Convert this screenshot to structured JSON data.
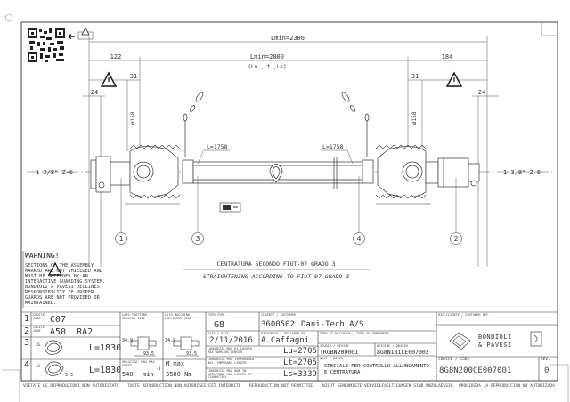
{
  "drawing": {
    "dimensions": {
      "overall": "Lmin=2306",
      "closed": "Lmin=2000",
      "closed_note": "(Lu ,Lt ,Ls)",
      "left_offset": "122",
      "right_offset": "184",
      "left_yoke": "31",
      "right_yoke": "31",
      "left_end": "24",
      "right_end": "24",
      "left_diameter": "ø158",
      "right_diameter": "ø158",
      "left_tube_length": "L=1758",
      "right_tube_length": "L=1758",
      "left_spline": "1 3/8\" Z-6",
      "right_spline": "1 3/8\" Z-6"
    },
    "callouts": [
      "1",
      "3",
      "4",
      "2"
    ],
    "straightening_it": "CENTRATURA SECONDO FIUT-07 GRADO 3",
    "straightening_en": "STRAIGHTENING ACCORDING TO FIUT-07 GRADO 3",
    "warning_title": "WARNING!",
    "warning_text": "SECTIONS OF THE ASSEMBLY MARKED ARE NOT SHIELDED AND MUST BE SHIELDED BY AN INTERACTIVE GUARDING SYSTEM. BONDIOLI & PAVESI DECLINES RESPONSIBILITY IF PROPER GUARDS ARE NOT PROVIDED OR MAINTAINED."
  },
  "title_block": {
    "parts": [
      {
        "num": "1",
        "label": "CODICE CODE",
        "value": "C07"
      },
      {
        "num": "2",
        "label": "CODICE CODE",
        "value": "A50  RA2"
      },
      {
        "num": "3",
        "dim": "26",
        "length": "L=1830"
      },
      {
        "num": "4",
        "dim": "42",
        "thk": "5.5",
        "length": "L=1830"
      }
    ],
    "tractor_side": {
      "label": "LATO TRATTORE TRACTOR SIDE",
      "h": "34.9",
      "w": "93.5"
    },
    "implement_side": {
      "label": "LATO MACCHINA IMPLEMENT SIDE",
      "h": "34.9",
      "w": "93.5"
    },
    "speed": {
      "label": "VELOCITA' MAX MAX SPEED",
      "value": "540",
      "unit": "min",
      "exp": "-1"
    },
    "torque": {
      "label": "M max",
      "value": "3500 Nm"
    },
    "type": {
      "label": "TIPO-TYPE",
      "value": "G8"
    },
    "customer": {
      "label": "CLIENTE / CUSTOMER",
      "code": "3600502",
      "name": "Dani-Tech A/S"
    },
    "date": {
      "label": "DATA / DATE",
      "value": "2/11/2016"
    },
    "drawn_by": {
      "label": "DISEGNATO / DESIGNED BY",
      "value": "A.Caffagni"
    },
    "implement_type": {
      "label": "TIPO DI MACCHINA / TYPE OF IMPLEMENT"
    },
    "lengths": [
      {
        "label": "LUNGHEZZA MAX DI LAVORO MAX WORKING LENGTH",
        "value": "Lu=2705"
      },
      {
        "label": "LUNGHEZZA MAX TEMPORANEA MAX TEMPORARY LENGTH",
        "value": "Lt=2705"
      },
      {
        "label": "LUNGHEZZA MAX NON IN ROTAZIONE MAX LENGTH AT STANDSTILL",
        "value": "Ls=3339"
      }
    ],
    "study": {
      "label": "STUDIO / DESIGN",
      "value": "TRGBN200001"
    },
    "origin": {
      "label": "ORIGINE / ORIGIN",
      "value": "8G8N181CE007002"
    },
    "notes": {
      "label": "NOTE / NOTES",
      "value": "SPECIALE PER CONTROLLO ALLUNGAMENTO E CENTRATURA"
    },
    "customer_ref": {
      "label": "RIF.CLIENTE / COSTUMER REF."
    },
    "logo": "BONDIOLI & PAVESI",
    "code": {
      "label": "CODICE / CODE",
      "value": "8G8N200CE007001"
    },
    "rev": {
      "label": "REV.",
      "value": "0"
    }
  },
  "footer": [
    "VIETATE LE RIPRODUZIONI NON AUTORIZZATE",
    "TOUTE REPRODUCTION NON AUTORISEE EST INTERDITE",
    "REPRODUCTION NOT PERMITTED",
    "NICHT GENEHMIGTE VERVIELFAELTIGUNGEN SIND UNZULAESSIG",
    "PROHIBIDA LA REPRODUCCION NO AUTORIZADA"
  ]
}
